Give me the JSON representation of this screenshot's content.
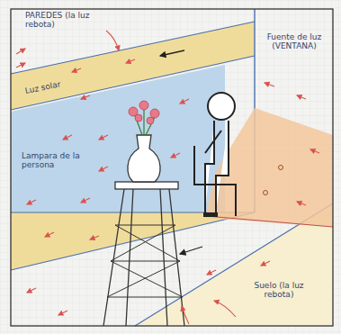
{
  "diagram": {
    "labels": [
      "PAREDES (la luz rebota)",
      "Fuente de luz (VENTANA)",
      "Luz solar",
      "Lampara de la persona",
      "Suelo (la luz rebota)"
    ]
  }
}
